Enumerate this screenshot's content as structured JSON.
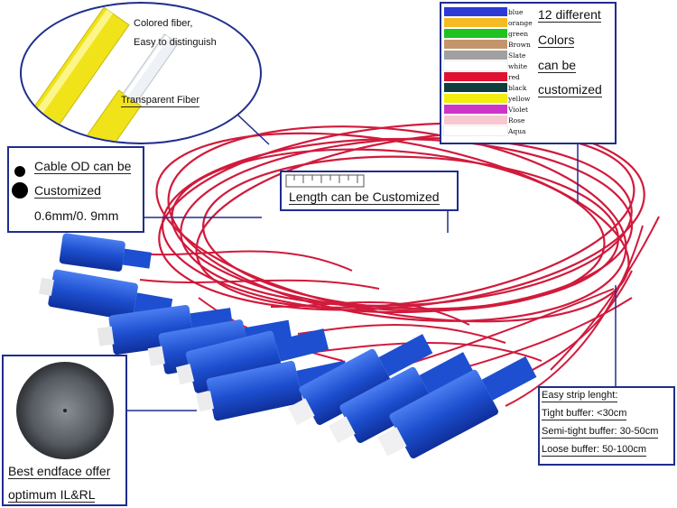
{
  "zoom_callout": {
    "colored_fiber_line1": "Colored fiber,",
    "colored_fiber_line2": "Easy to distinguish",
    "transparent_fiber": "Transparent Fiber"
  },
  "color_legend": {
    "swatches": [
      {
        "name": "blue",
        "hex": "#2c3bd6"
      },
      {
        "name": "orange",
        "hex": "#f5ba24"
      },
      {
        "name": "green",
        "hex": "#1fc21f"
      },
      {
        "name": "Brown",
        "hex": "#c4956b"
      },
      {
        "name": "Slate",
        "hex": "#a0a0a0"
      },
      {
        "name": "white",
        "hex": "#ffffff"
      },
      {
        "name": "red",
        "hex": "#e01030"
      },
      {
        "name": "black",
        "hex": "#0e3d3d"
      },
      {
        "name": "yellow",
        "hex": "#f2ee10"
      },
      {
        "name": "Violet",
        "hex": "#cc35c8"
      },
      {
        "name": "Rose",
        "hex": "#f7c8d0"
      },
      {
        "name": "Aqua",
        "hex": "#ffffff"
      }
    ],
    "lines": [
      "12 different",
      "Colors",
      "can be",
      "customized"
    ]
  },
  "cable_od": {
    "line1": "Cable OD can be",
    "line2": "Customized",
    "line3": "0.6mm/0. 9mm"
  },
  "length": {
    "label": "Length can be Customized"
  },
  "endface": {
    "line1": "Best endface offer",
    "line2": "optimum IL&RL"
  },
  "strip": {
    "title": "Easy strip lenght:",
    "items": [
      "Tight buffer: <30cm",
      "Semi-tight buffer: 30-50cm",
      "Loose buffer: 50-100cm"
    ]
  },
  "colors": {
    "frame": "#1f2d8c",
    "fiber_red": "#d11a3c",
    "connector_blue": "#1d4fd0"
  }
}
